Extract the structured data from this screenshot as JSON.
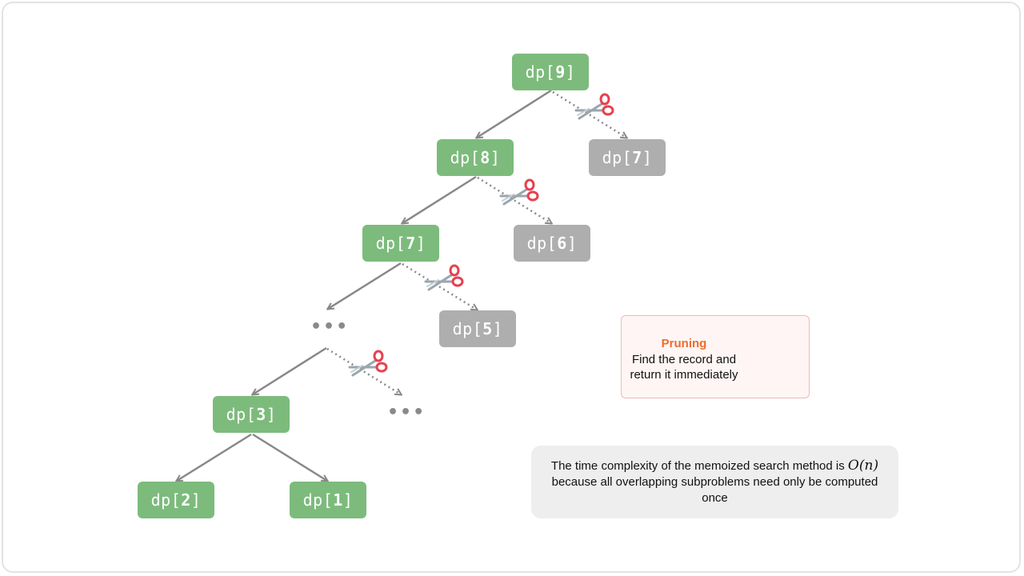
{
  "nodes": {
    "n9": {
      "prefix": "dp[",
      "index": "9",
      "suffix": "]"
    },
    "n8": {
      "prefix": "dp[",
      "index": "8",
      "suffix": "]"
    },
    "n7_pruned": {
      "prefix": "dp[",
      "index": "7",
      "suffix": "]"
    },
    "n7": {
      "prefix": "dp[",
      "index": "7",
      "suffix": "]"
    },
    "n6_pruned": {
      "prefix": "dp[",
      "index": "6",
      "suffix": "]"
    },
    "n5_pruned": {
      "prefix": "dp[",
      "index": "5",
      "suffix": "]"
    },
    "n3": {
      "prefix": "dp[",
      "index": "3",
      "suffix": "]"
    },
    "n2": {
      "prefix": "dp[",
      "index": "2",
      "suffix": "]"
    },
    "n1": {
      "prefix": "dp[",
      "index": "1",
      "suffix": "]"
    }
  },
  "ellipsis": "•••",
  "legend": {
    "title": "Pruning",
    "line1": "Find the record and",
    "line2": "return it immediately"
  },
  "note": {
    "text_before": "The time complexity of the memoized search method is ",
    "math": "O(n)",
    "text_after": "because all overlapping subproblems need only be computed once"
  },
  "colors": {
    "computed_node": "#7cbb7c",
    "pruned_node": "#aeaeae",
    "edge": "#888888",
    "scissors": "#e8404f",
    "legend_title": "#ee6c2b"
  },
  "icons": [
    "scissors-icon"
  ]
}
